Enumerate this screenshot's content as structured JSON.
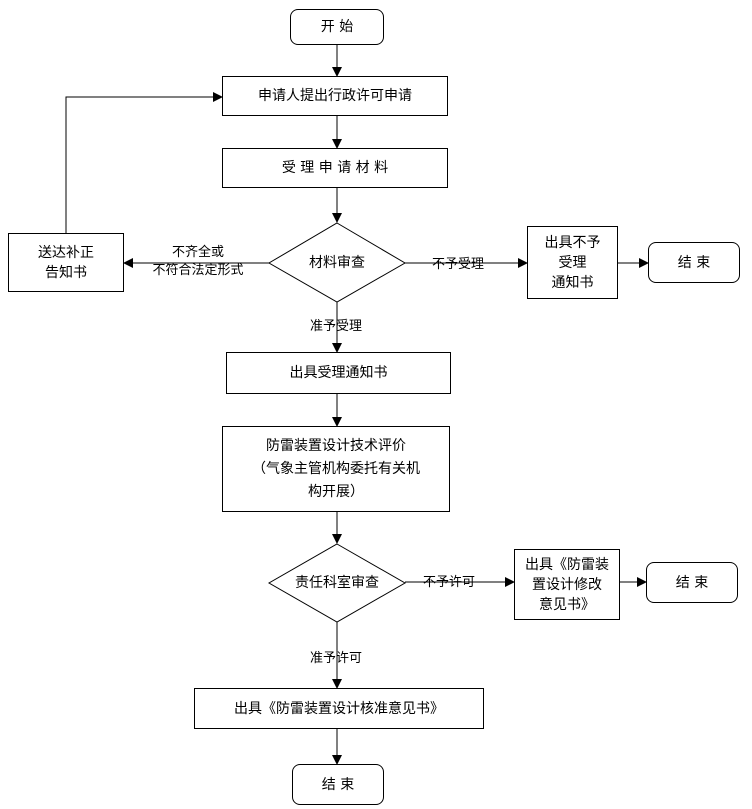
{
  "nodes": {
    "start": "开  始",
    "apply": "申请人提出行政许可申请",
    "accept_materials": "受 理 申 请 材 料",
    "review_materials": "材料审查",
    "notify_correction": "送达补正\n告知书",
    "not_accept_notice": "出具不予\n受理\n通知书",
    "end_1": "结  束",
    "acceptance_notice": "出具受理通知书",
    "tech_evaluation": "防雷装置设计技术评价\n（气象主管机构委托有关机\n构开展）",
    "section_review": "责任科室审查",
    "revision_opinion": "出具《防雷装\n置设计修改\n意见书》",
    "end_2": "结  束",
    "approval_opinion": "出具《防雷装置设计核准意见书》",
    "end_3": "结  束"
  },
  "edge_labels": {
    "incomplete": "不齐全或\n不符合法定形式",
    "not_accepted": "不予受理",
    "accepted": "准予受理",
    "not_permitted": "不予许可",
    "permitted": "准予许可"
  }
}
